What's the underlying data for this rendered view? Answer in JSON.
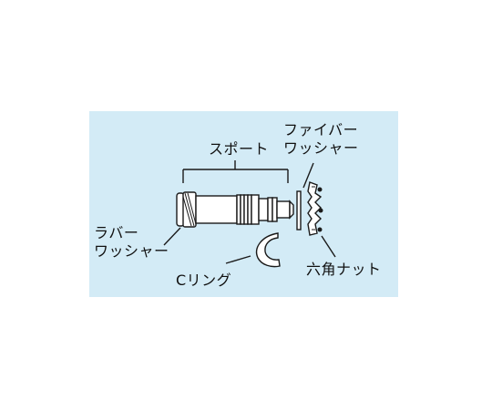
{
  "labels": {
    "spout": "スポート",
    "fiber_washer_line1": "ファイバー",
    "fiber_washer_line2": "ワッシャー",
    "rubber_washer_line1": "ラバー",
    "rubber_washer_line2": "ワッシャー",
    "c_ring": "Cリング",
    "hex_nut": "六角ナット"
  },
  "colors": {
    "panel_background": "#d3ebf6",
    "part_fill": "#ffffff",
    "line": "#1a1a1a"
  }
}
